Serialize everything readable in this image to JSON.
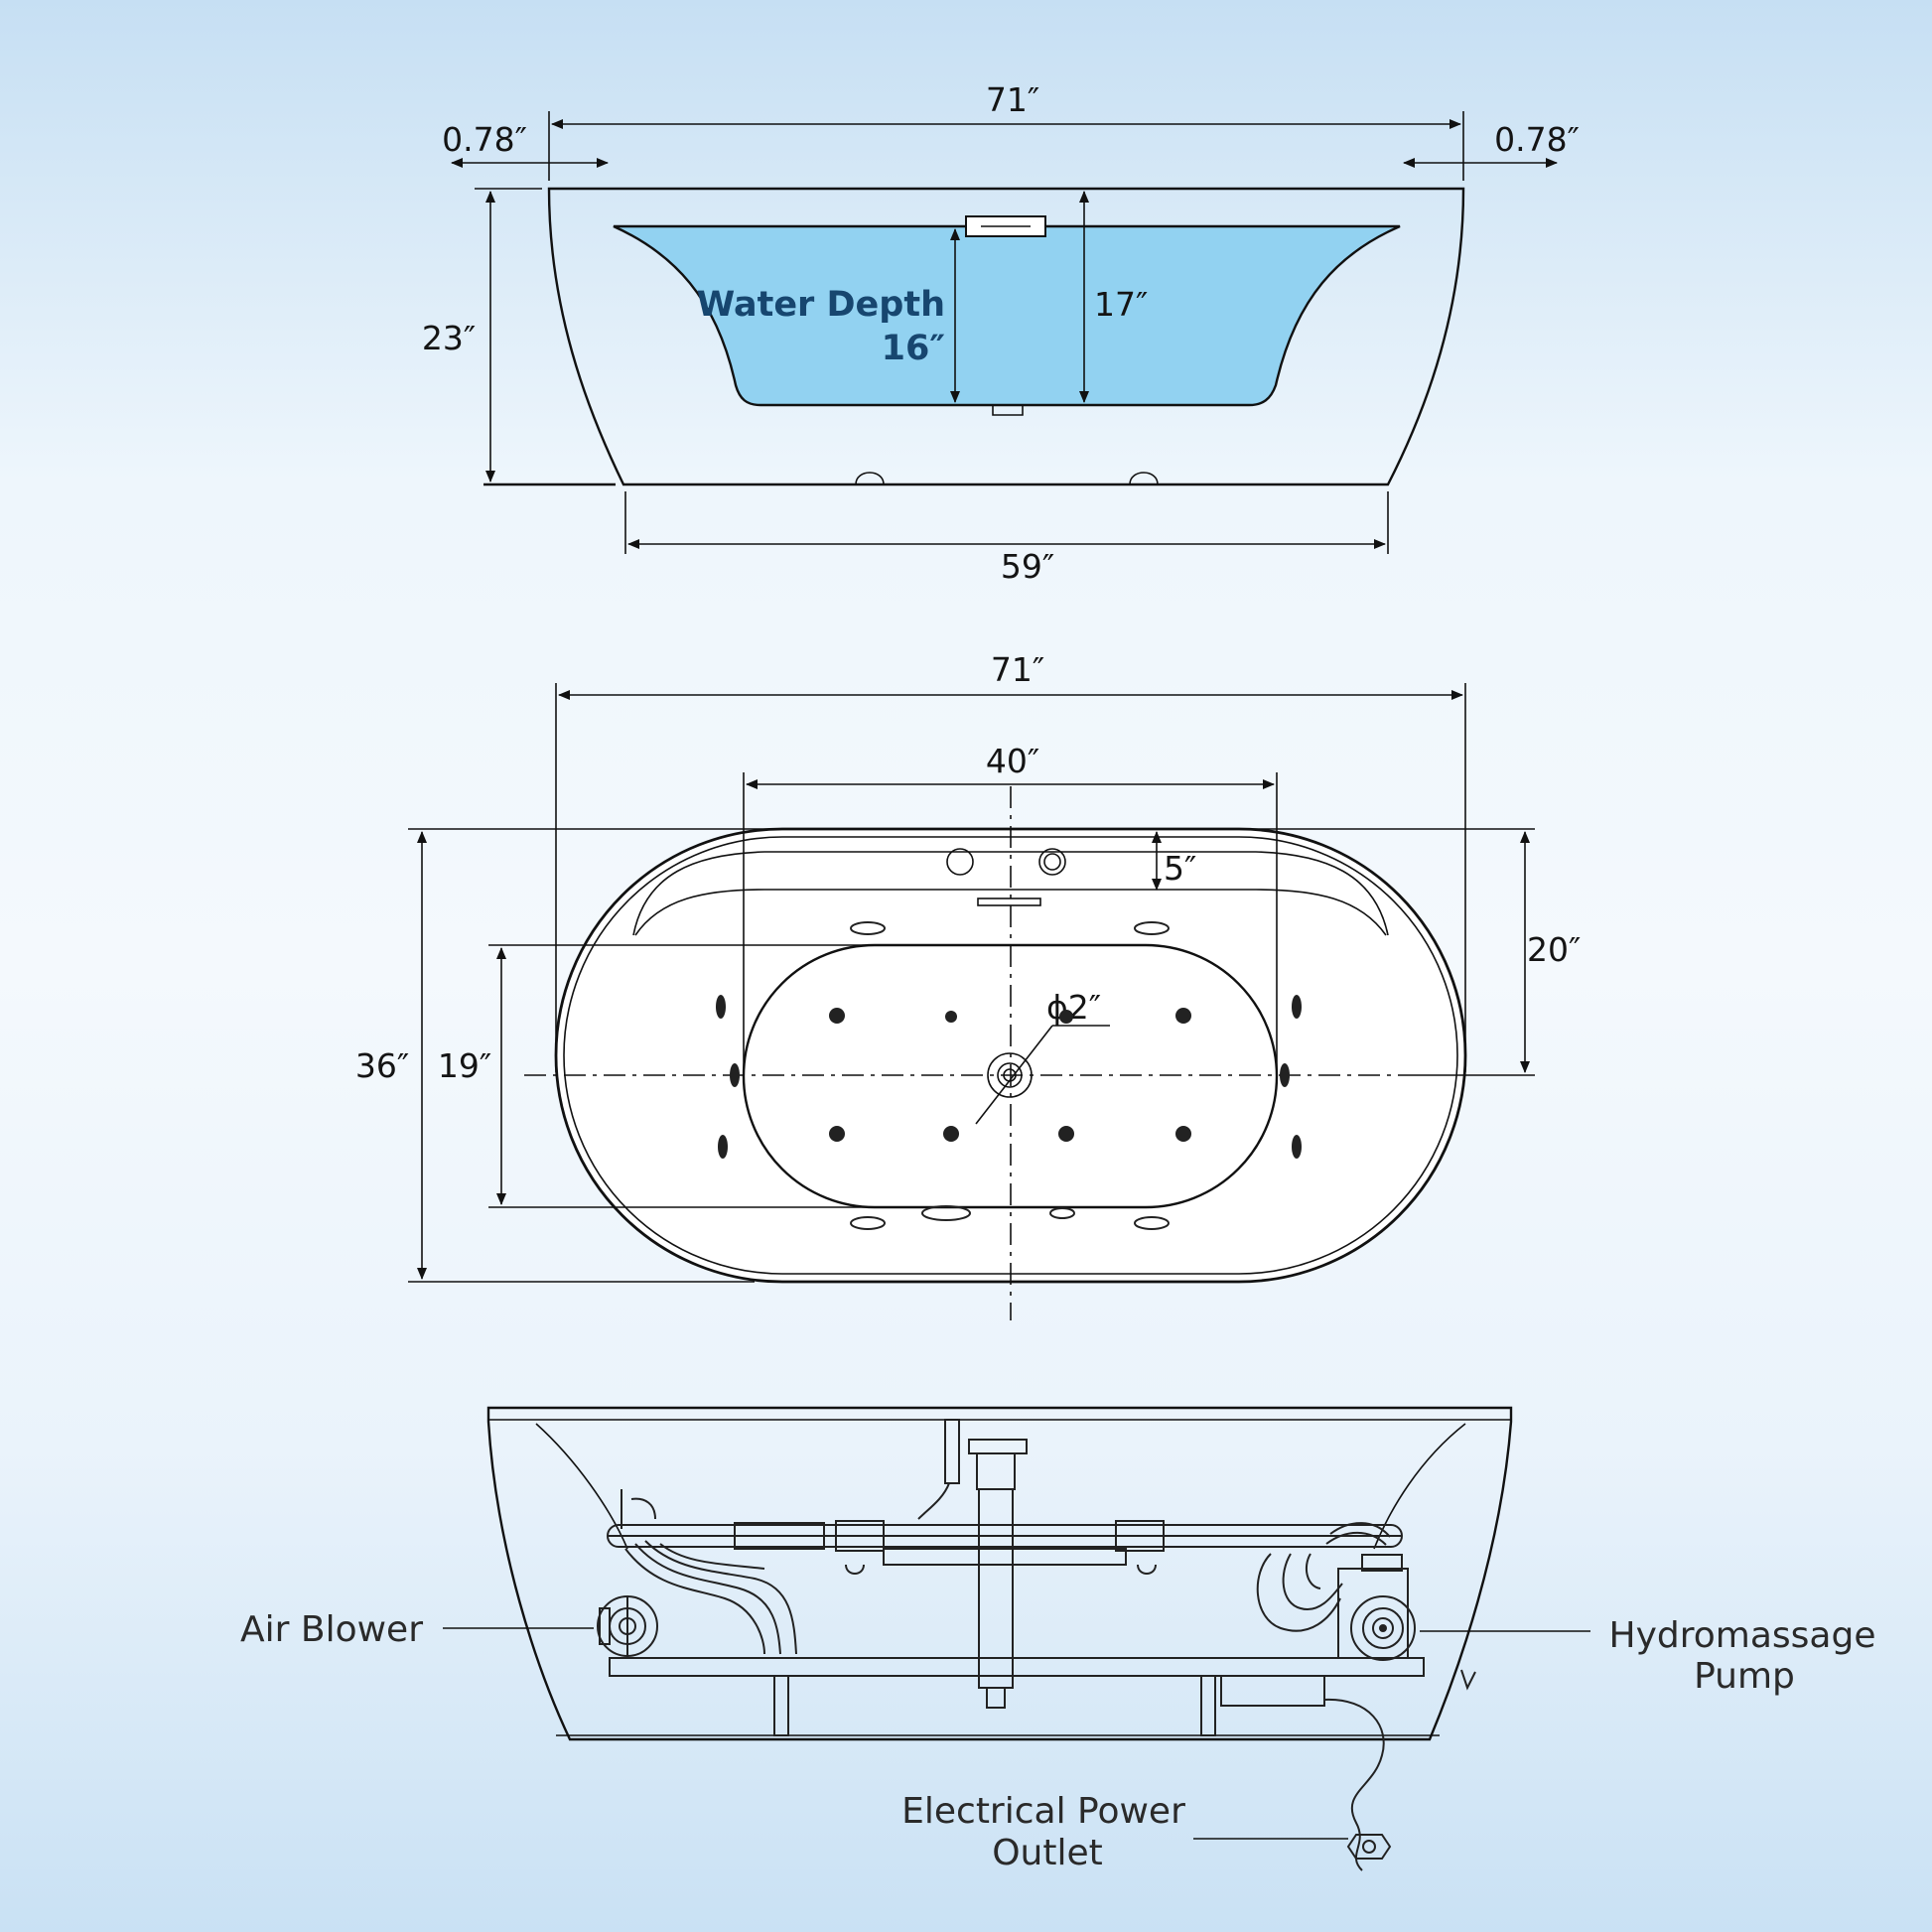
{
  "side_view": {
    "total_length": "71″",
    "rim_left": "0.78″",
    "rim_right": "0.78″",
    "height": "23″",
    "water_depth_label": "Water Depth",
    "water_depth_value": "16″",
    "interior_depth": "17″",
    "base_length": "59″"
  },
  "top_view": {
    "total_length": "71″",
    "inner_length": "40″",
    "rim_offset": "5″",
    "half_width": "20″",
    "total_width": "36″",
    "inner_width": "19″",
    "drain_diameter": "ϕ2″"
  },
  "components": {
    "air_blower": "Air Blower",
    "pump_line1": "Hydromassage",
    "pump_line2": "Pump",
    "outlet_line1": "Electrical Power",
    "outlet_line2": "Outlet"
  },
  "colors": {
    "water": "#92d2f1",
    "water_text": "#17466f",
    "line": "#111111",
    "background_edge": "#c6dff3"
  }
}
